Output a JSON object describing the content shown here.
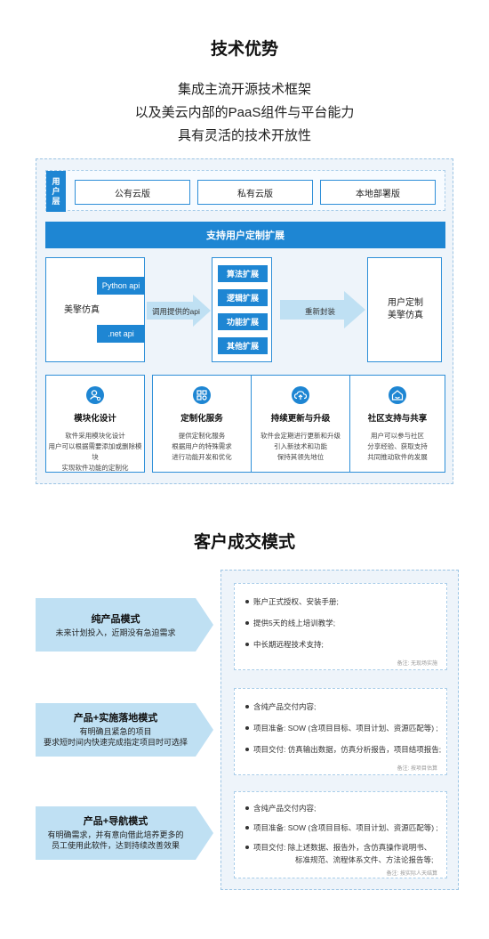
{
  "tech": {
    "title": "技术优势",
    "subtitle_lines": [
      "集成主流开源技术框架",
      "以及美云内部的PaaS组件与平台能力",
      "具有灵活的技术开放性"
    ],
    "user_layer": {
      "tag": [
        "用",
        "户",
        "层"
      ],
      "deployments": [
        "公有云版",
        "私有云版",
        "本地部署版"
      ]
    },
    "support_bar": "支持用户定制扩展",
    "core_box": "美擎仿真",
    "apis": [
      "Python api",
      ".net api"
    ],
    "arrow_api": "调用提供的api",
    "extensions": [
      "算法扩展",
      "逻辑扩展",
      "功能扩展",
      "其他扩展"
    ],
    "arrow_repack": "重新封装",
    "result_box": [
      "用户定制",
      "美擎仿真"
    ],
    "features": [
      {
        "icon": "user-settings-icon",
        "title": "模块化设计",
        "desc": [
          "软件采用模块化设计",
          "用户可以根据需要添加或删除模块",
          "实现软件功能的定制化"
        ]
      },
      {
        "icon": "grid-icon",
        "title": "定制化服务",
        "desc": [
          "提供定制化服务",
          "根据用户的特殊需求",
          "进行功能开发和优化"
        ]
      },
      {
        "icon": "cloud-upload-icon",
        "title": "持续更新与升级",
        "desc": [
          "软件会定期进行更新和升级",
          "引入新技术和功能",
          "保持其领先地位"
        ]
      },
      {
        "icon": "community-icon",
        "title": "社区支持与共享",
        "desc": [
          "用户可以参与社区",
          "分享经验、获取支持",
          "共同推动软件的发展"
        ]
      }
    ]
  },
  "deal": {
    "title": "客户成交模式",
    "modes": [
      {
        "title": "纯产品模式",
        "desc": [
          "未来计划投入，近期没有急迫需求"
        ]
      },
      {
        "title": "产品+实施落地模式",
        "desc": [
          "有明确且紧急的项目",
          "要求短时间内快速完成指定项目时可选择"
        ]
      },
      {
        "title": "产品+导航模式",
        "desc": [
          "有明确需求，并有意向借此培养更多的",
          "员工使用此软件，达到持续改善效果"
        ]
      }
    ],
    "cards": [
      {
        "bullets": [
          "账户正式授权、安装手册;",
          "提供5天的线上培训教学;",
          "中长期远程技术支持;"
        ],
        "note": "备注: 无现场实施"
      },
      {
        "bullets": [
          "含纯产品交付内容;",
          "项目准备: SOW (含项目目标、项目计划、资源匹配等) ;",
          "项目交付: 仿真输出数据，仿真分析报告，项目结项报告;"
        ],
        "note": "备注: 按项目估算"
      },
      {
        "bullets": [
          "含纯产品交付内容;",
          "项目准备: SOW (含项目目标、项目计划、资源匹配等) ;",
          "项目交付: 除上述数据、报告外，含仿真操作说明书、"
        ],
        "extra": "标准规范、流程体系文件、方法论报告等;",
        "note": "备注: 按实际人天结算"
      }
    ]
  },
  "colors": {
    "accent": "#1e86d3",
    "panel": "#eef4fa",
    "arrow": "#bfe0f3"
  }
}
